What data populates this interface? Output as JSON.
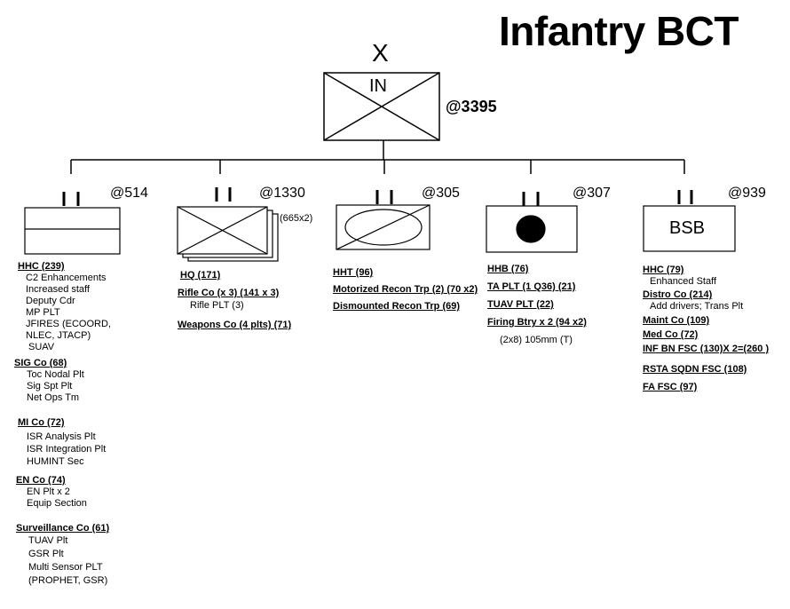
{
  "title": "Infantry BCT",
  "top_unit": {
    "echelon": "X",
    "label": "IN",
    "strength": "@3395"
  },
  "battalions": [
    {
      "strength": "@514",
      "units": [
        {
          "label": "HHC (239)",
          "items": [
            "C2 Enhancements",
            "Increased staff",
            "Deputy Cdr",
            "MP PLT",
            "JFIRES (ECOORD,",
            "NLEC, JTACP)",
            "SUAV"
          ]
        },
        {
          "label": "SIG Co (68)",
          "items": [
            "Toc Nodal Plt",
            "Sig Spt Plt",
            "Net Ops Tm"
          ]
        },
        {
          "label": "MI Co (72)",
          "items": [
            "ISR Analysis Plt",
            "ISR Integration Plt",
            "HUMINT Sec"
          ]
        },
        {
          "label": "EN Co (74)",
          "items": [
            "EN Plt x 2",
            "Equip Section"
          ]
        },
        {
          "label": "Surveillance Co (61)",
          "items": [
            "TUAV Plt",
            "GSR Plt",
            "Multi Sensor PLT",
            "(PROPHET, GSR)"
          ]
        }
      ]
    },
    {
      "strength": "@1330",
      "multiplier": "(665x2)",
      "units": [
        {
          "label": "HQ (171)",
          "items": []
        },
        {
          "label": "Rifle Co (x 3) (141 x 3)",
          "items": [
            "Rifle PLT (3)"
          ]
        },
        {
          "label": "Weapons Co (4 plts) (71)",
          "items": []
        }
      ]
    },
    {
      "strength": "@305",
      "units": [
        {
          "label": "HHT (96)"
        },
        {
          "label": "Motorized Recon Trp (2) (70 x2)"
        },
        {
          "label": "Dismounted Recon Trp (69)"
        }
      ]
    },
    {
      "strength": "@307",
      "units": [
        {
          "label": "HHB (76)"
        },
        {
          "label": "TA PLT (1 Q36) (21)"
        },
        {
          "label": "TUAV PLT (22)"
        },
        {
          "label": "Firing Btry x 2 (94 x2)"
        }
      ],
      "note": "(2x8) 105mm (T)"
    },
    {
      "strength": "@939",
      "label": "BSB",
      "units": [
        {
          "label": "HHC (79)",
          "items": [
            "Enhanced Staff"
          ]
        },
        {
          "label": "Distro Co (214)",
          "items": [
            "Add drivers; Trans Plt"
          ]
        },
        {
          "label": "Maint Co (109)",
          "items": []
        },
        {
          "label": "Med Co (72)",
          "items": []
        },
        {
          "label": "INF BN FSC (130)X 2=(260 )",
          "items": []
        },
        {
          "label": "RSTA SQDN FSC (108)",
          "items": []
        },
        {
          "label": "FA FSC (97)",
          "items": []
        }
      ]
    }
  ]
}
